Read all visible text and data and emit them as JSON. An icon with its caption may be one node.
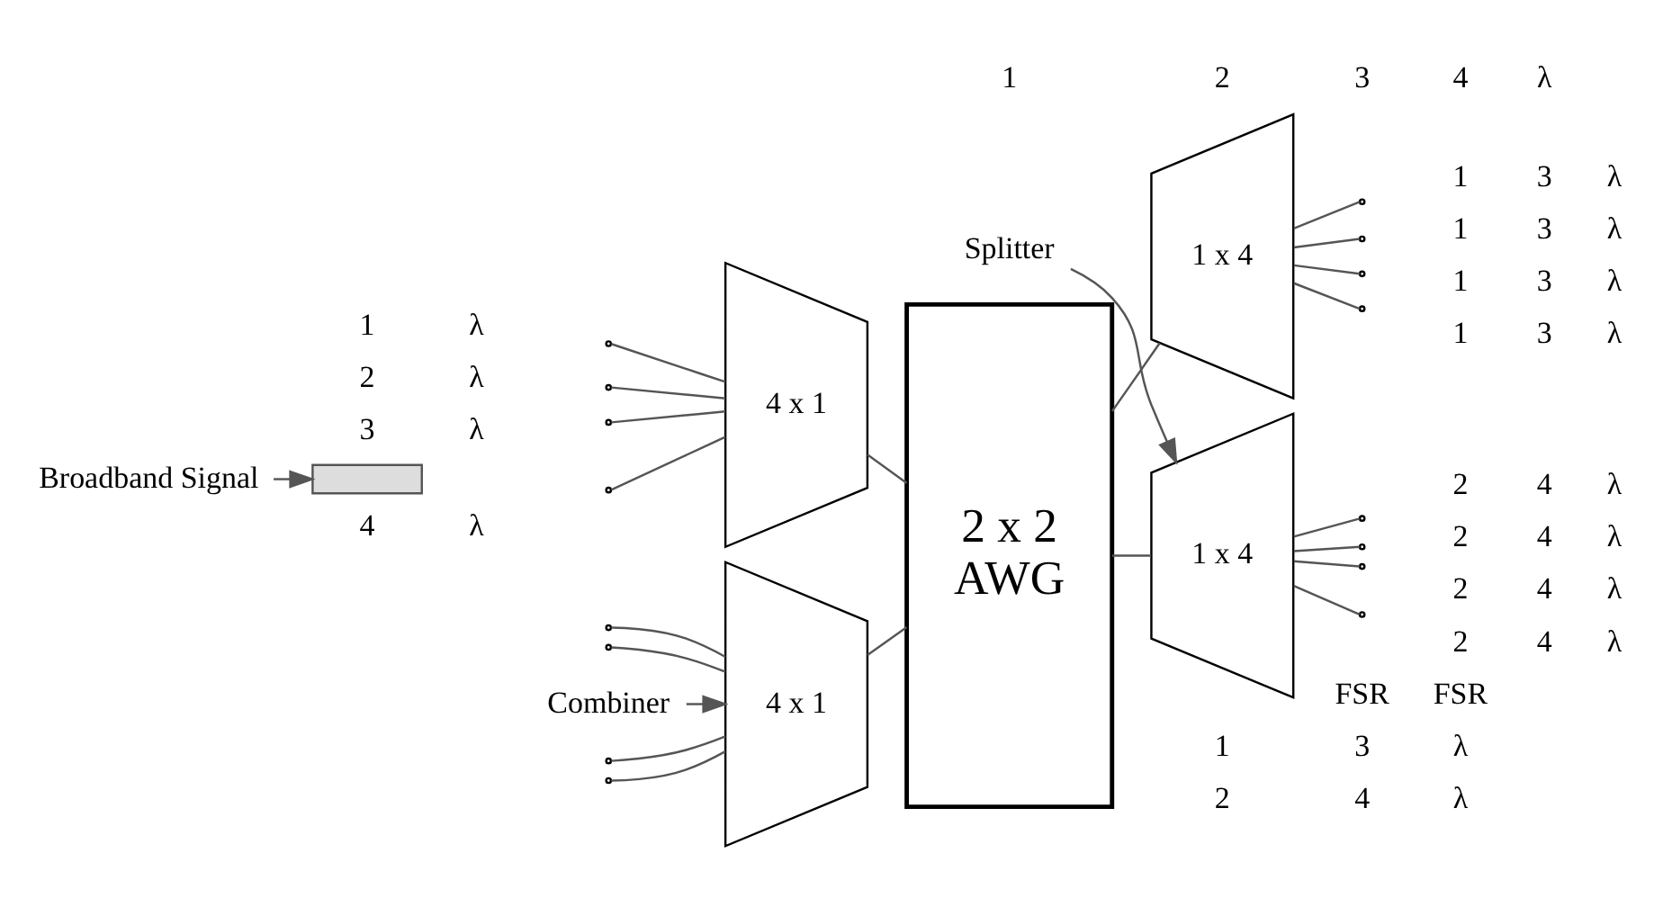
{
  "diagram": {
    "nodes": [
      {
        "text": [
          "4 x 1"
        ]
      },
      {
        "text": [
          "4 x 1"
        ]
      },
      {
        "text": [
          "2 x 2",
          "AWG"
        ]
      },
      {
        "text": [
          "1 x 4"
        ]
      },
      {
        "text": [
          "1 x 4"
        ]
      },
      {
        "text": [
          "Broadband Signal"
        ]
      },
      {
        "text": [
          "Combiner"
        ]
      },
      {
        "text": [
          "Splitter"
        ]
      },
      {
        "text": [],
        "shape": "bar"
      }
    ],
    "edges": [
      {
        "from": null,
        "to": 0,
        "arrow": "none"
      },
      {
        "from": null,
        "to": 0,
        "arrow": "none"
      },
      {
        "from": null,
        "to": 0,
        "arrow": "none"
      },
      {
        "from": null,
        "to": 0,
        "arrow": "none"
      },
      {
        "from": null,
        "to": 1,
        "arrow": "none"
      },
      {
        "from": null,
        "to": 1,
        "arrow": "none"
      },
      {
        "from": null,
        "to": 1,
        "arrow": "none"
      },
      {
        "from": null,
        "to": 1,
        "arrow": "none"
      },
      {
        "from": 0,
        "to": 2,
        "arrow": "none"
      },
      {
        "from": 1,
        "to": 2,
        "arrow": "none"
      },
      {
        "from": 2,
        "to": 3,
        "arrow": "none"
      },
      {
        "from": 2,
        "to": 4,
        "arrow": "none"
      },
      {
        "from": 3,
        "to": null,
        "arrow": "none"
      },
      {
        "from": 3,
        "to": null,
        "arrow": "none"
      },
      {
        "from": 3,
        "to": null,
        "arrow": "none"
      },
      {
        "from": 3,
        "to": null,
        "arrow": "none"
      },
      {
        "from": 4,
        "to": null,
        "arrow": "none"
      },
      {
        "from": 4,
        "to": null,
        "arrow": "none"
      },
      {
        "from": 4,
        "to": null,
        "arrow": "none"
      },
      {
        "from": 4,
        "to": null,
        "arrow": "none"
      },
      {
        "from": 5,
        "to": 8,
        "arrow": "to"
      },
      {
        "from": 6,
        "to": 1,
        "arrow": "to"
      },
      {
        "from": 7,
        "to": 4,
        "arrow": "to"
      }
    ],
    "labels": [
      "1",
      "λ",
      "4",
      "λ",
      "2",
      "λ",
      "3",
      "λ",
      "1",
      "2",
      "3",
      "4",
      "λ",
      "1",
      "3",
      "λ",
      "2",
      "4",
      "λ",
      "1",
      "3",
      "λ",
      "1",
      "3",
      "λ",
      "1",
      "3",
      "λ",
      "1",
      "3",
      "λ",
      "2",
      "4",
      "λ",
      "2",
      "4",
      "λ",
      "2",
      "4",
      "λ",
      "2",
      "4",
      "λ",
      "FSR",
      "FSR"
    ]
  }
}
